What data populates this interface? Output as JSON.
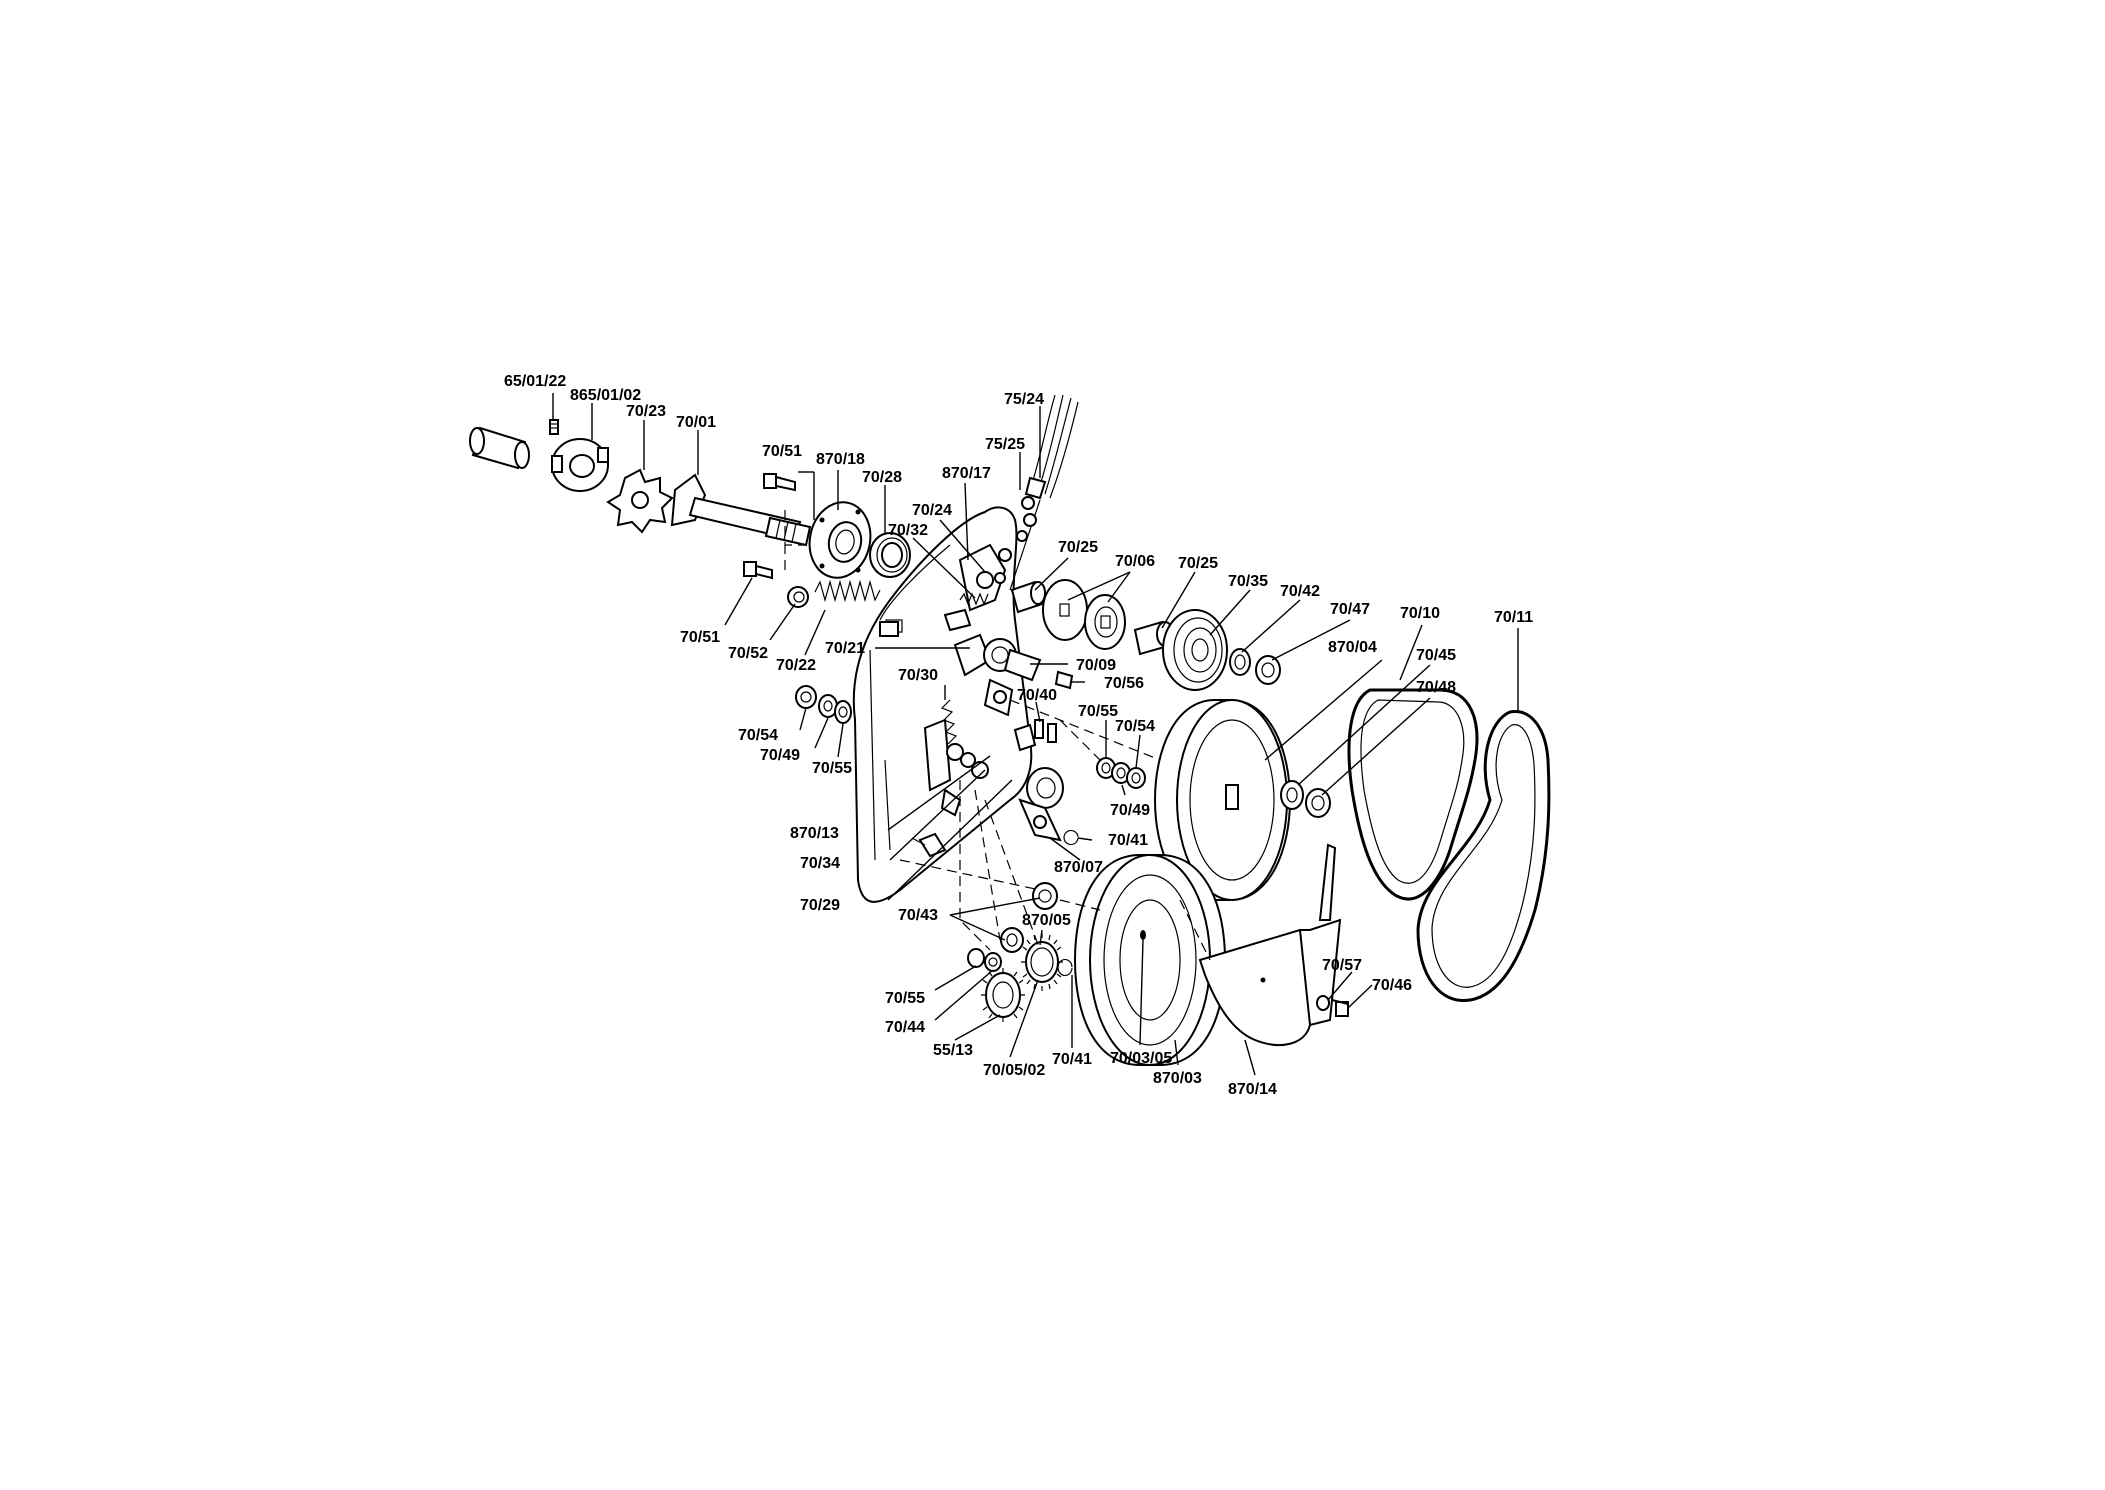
{
  "labels": {
    "l_65_01_22": "65/01/22",
    "l_865_01_02": "865/01/02",
    "l_70_23": "70/23",
    "l_70_01": "70/01",
    "l_70_51_top": "70/51",
    "l_870_18": "870/18",
    "l_70_28": "70/28",
    "l_870_17": "870/17",
    "l_75_24": "75/24",
    "l_75_25": "75/25",
    "l_70_24": "70/24",
    "l_70_32": "70/32",
    "l_70_25_a": "70/25",
    "l_70_06": "70/06",
    "l_70_25_b": "70/25",
    "l_70_35": "70/35",
    "l_70_42": "70/42",
    "l_70_47": "70/47",
    "l_870_04": "870/04",
    "l_70_10": "70/10",
    "l_70_11": "70/11",
    "l_70_45": "70/45",
    "l_70_48": "70/48",
    "l_70_51_bot": "70/51",
    "l_70_52": "70/52",
    "l_70_22": "70/22",
    "l_70_21": "70/21",
    "l_70_30": "70/30",
    "l_70_09": "70/09",
    "l_70_56": "70/56",
    "l_70_40": "70/40",
    "l_70_55_a": "70/55",
    "l_70_54_a": "70/54",
    "l_70_54_b": "70/54",
    "l_70_49_a": "70/49",
    "l_70_55_b": "70/55",
    "l_70_49_b": "70/49",
    "l_870_13": "870/13",
    "l_70_41_a": "70/41",
    "l_70_34": "70/34",
    "l_870_07": "870/07",
    "l_70_29": "70/29",
    "l_70_43": "70/43",
    "l_870_05": "870/05",
    "l_70_57": "70/57",
    "l_70_46": "70/46",
    "l_70_55_c": "70/55",
    "l_70_44": "70/44",
    "l_55_13": "55/13",
    "l_70_05_02": "70/05/02",
    "l_70_41_b": "70/41",
    "l_70_03_05": "70/03/05",
    "l_870_03": "870/03",
    "l_870_14": "870/14"
  }
}
